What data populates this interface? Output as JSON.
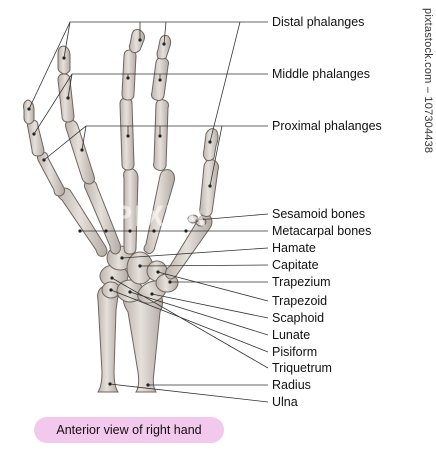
{
  "labels": {
    "distal_phalanges": "Distal phalanges",
    "middle_phalanges": "Middle phalanges",
    "proximal_phalanges": "Proximal phalanges",
    "sesamoid_bones": "Sesamoid bones",
    "metacarpal_bones": "Metacarpal bones",
    "hamate": "Hamate",
    "capitate": "Capitate",
    "trapezium": "Trapezium",
    "trapezoid": "Trapezoid",
    "scaphoid": "Scaphoid",
    "lunate": "Lunate",
    "pisiform": "Pisiform",
    "triquetrum": "Triquetrum",
    "radius": "Radius",
    "ulna": "Ulna"
  },
  "caption": "Anterior view of right hand",
  "watermark": "pixtastock.com – 107304438",
  "watermark_center": "PIXTA",
  "colors": {
    "bone_fill": "#d9d2cc",
    "bone_stroke": "#6f6660",
    "leader_line": "#333333",
    "caption_bg": "#f2c8ec"
  }
}
